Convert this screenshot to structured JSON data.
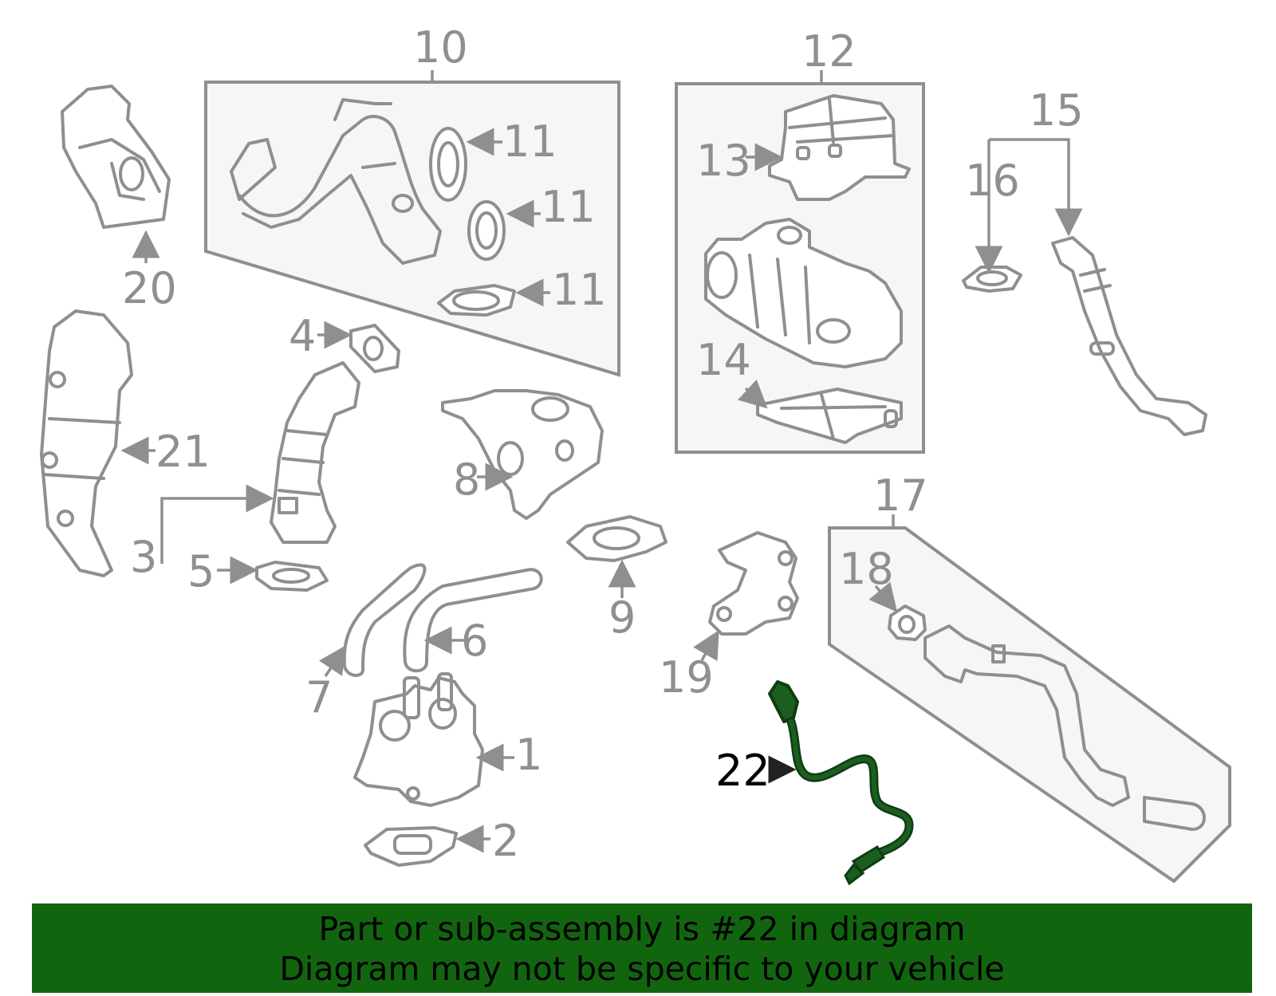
{
  "labels": {
    "p1": "1",
    "p2": "2",
    "p3": "3",
    "p4": "4",
    "p5": "5",
    "p6": "6",
    "p7": "7",
    "p8": "8",
    "p9": "9",
    "p10": "10",
    "p11a": "11",
    "p11b": "11",
    "p11c": "11",
    "p12": "12",
    "p13": "13",
    "p14": "14",
    "p15": "15",
    "p16": "16",
    "p17": "17",
    "p18": "18",
    "p19": "19",
    "p20": "20",
    "p21": "21",
    "p22": "22"
  },
  "highlight": {
    "part_number": "22",
    "color": "#1b5e20"
  },
  "banner": {
    "line1": "Part or sub-assembly is #22 in diagram",
    "line2": "Diagram may not be specific to your vehicle",
    "background": "#12650f"
  }
}
